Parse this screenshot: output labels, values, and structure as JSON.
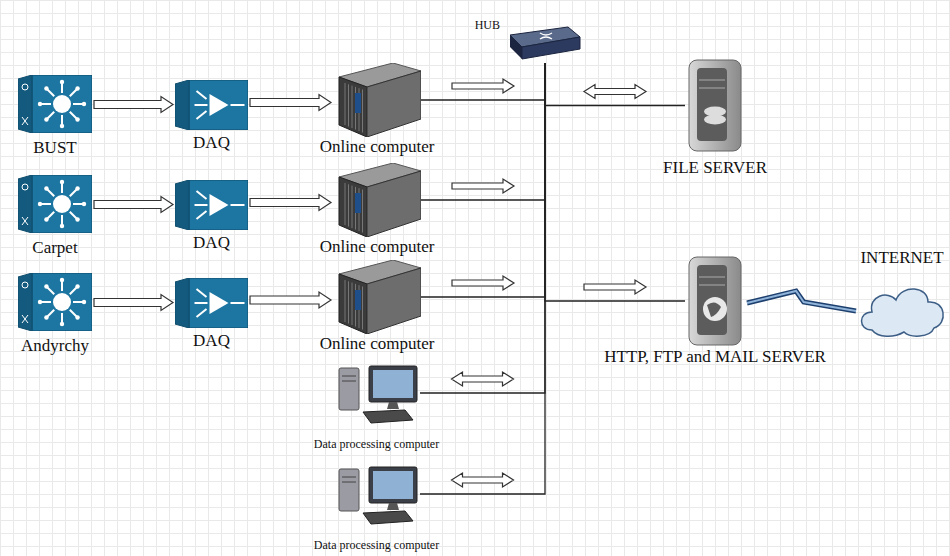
{
  "diagram": {
    "nodes": [
      {
        "text": [
          "HUB"
        ]
      },
      {
        "text": [
          "BUST"
        ]
      },
      {
        "text": [
          "DAQ"
        ]
      },
      {
        "text": [
          "Online computer"
        ]
      },
      {
        "text": [
          "FILE  SERVER"
        ]
      },
      {
        "text": [
          "Carpet"
        ]
      },
      {
        "text": [
          "DAQ"
        ]
      },
      {
        "text": [
          "Online computer"
        ]
      },
      {
        "text": [
          "Andyrchy"
        ]
      },
      {
        "text": [
          "DAQ"
        ]
      },
      {
        "text": [
          "Online computer"
        ]
      },
      {
        "text": [
          "HTTP, FTP and MAIL SERVER"
        ]
      },
      {
        "text": [
          "INTERNET"
        ]
      },
      {
        "text": [
          "Data processing computer"
        ]
      },
      {
        "text": [
          "Data processing computer"
        ]
      }
    ],
    "edges": [
      {
        "from": 1,
        "to": 2,
        "arrow": "to"
      },
      {
        "from": 2,
        "to": 3,
        "arrow": "to"
      },
      {
        "from": 3,
        "to": 0,
        "arrow": "to"
      },
      {
        "from": 0,
        "to": 4,
        "arrow": "both"
      },
      {
        "from": 5,
        "to": 6,
        "arrow": "to"
      },
      {
        "from": 6,
        "to": 7,
        "arrow": "to"
      },
      {
        "from": 7,
        "to": 0,
        "arrow": "to"
      },
      {
        "from": 8,
        "to": 9,
        "arrow": "to"
      },
      {
        "from": 9,
        "to": 10,
        "arrow": "to"
      },
      {
        "from": 10,
        "to": 0,
        "arrow": "to"
      },
      {
        "from": 0,
        "to": 11,
        "arrow": "to"
      },
      {
        "from": 11,
        "to": 12,
        "arrow": "none"
      },
      {
        "from": 13,
        "to": 0,
        "arrow": "both"
      },
      {
        "from": 14,
        "to": 0,
        "arrow": "both"
      }
    ]
  }
}
